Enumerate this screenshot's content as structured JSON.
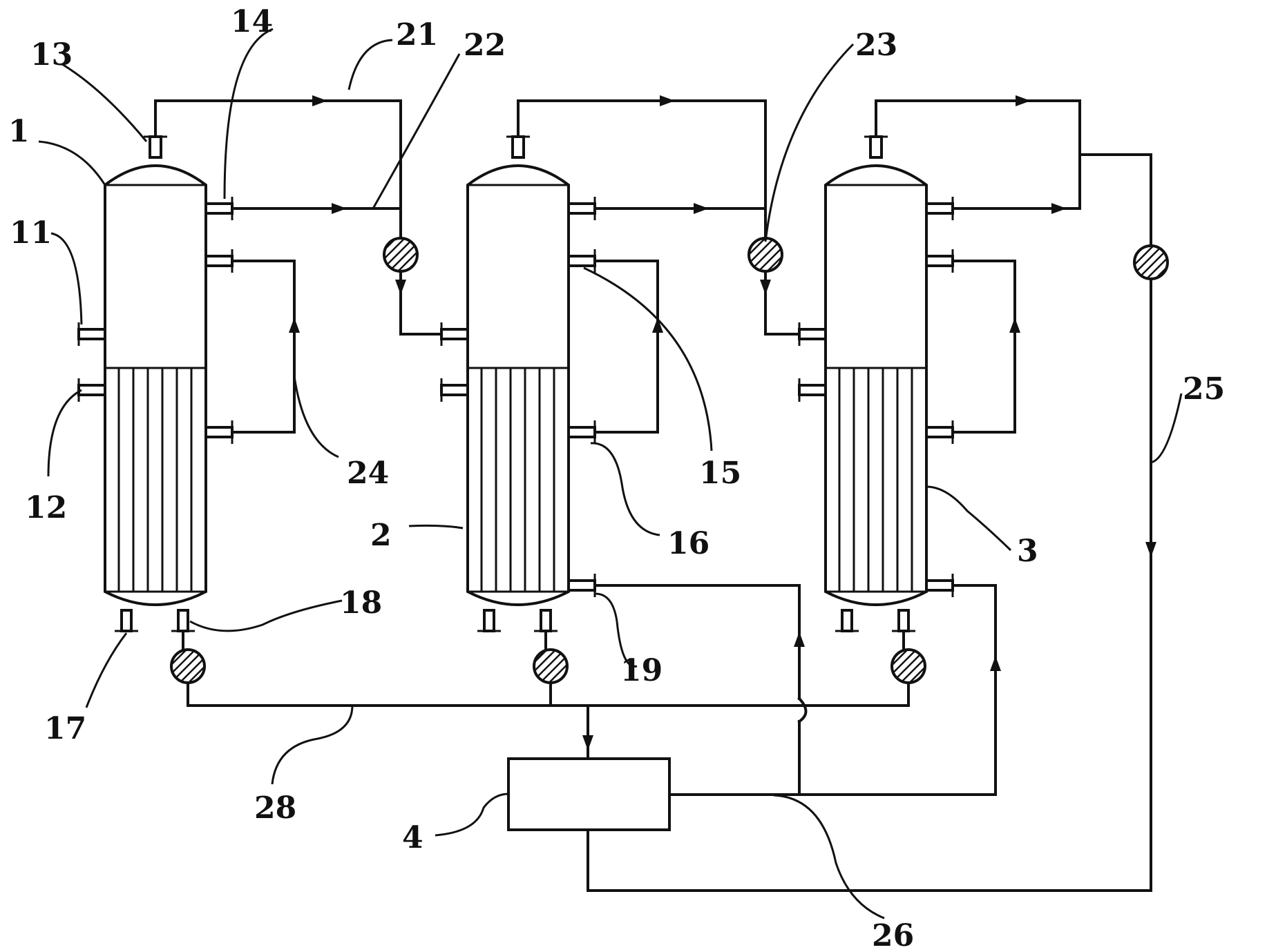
{
  "diagram": {
    "vessels": [
      {
        "id": "1",
        "name": "first-effect-evaporator"
      },
      {
        "id": "2",
        "name": "second-effect-evaporator"
      },
      {
        "id": "3",
        "name": "third-effect-evaporator"
      }
    ],
    "tank_label": "4",
    "labels": {
      "l1": "1",
      "l2": "2",
      "l3": "3",
      "l4": "4",
      "l11": "11",
      "l12": "12",
      "l13": "13",
      "l14": "14",
      "l15": "15",
      "l16": "16",
      "l17": "17",
      "l18": "18",
      "l19": "19",
      "l21": "21",
      "l22": "22",
      "l23": "23",
      "l24": "24",
      "l25": "25",
      "l26": "26",
      "l28": "28"
    }
  }
}
